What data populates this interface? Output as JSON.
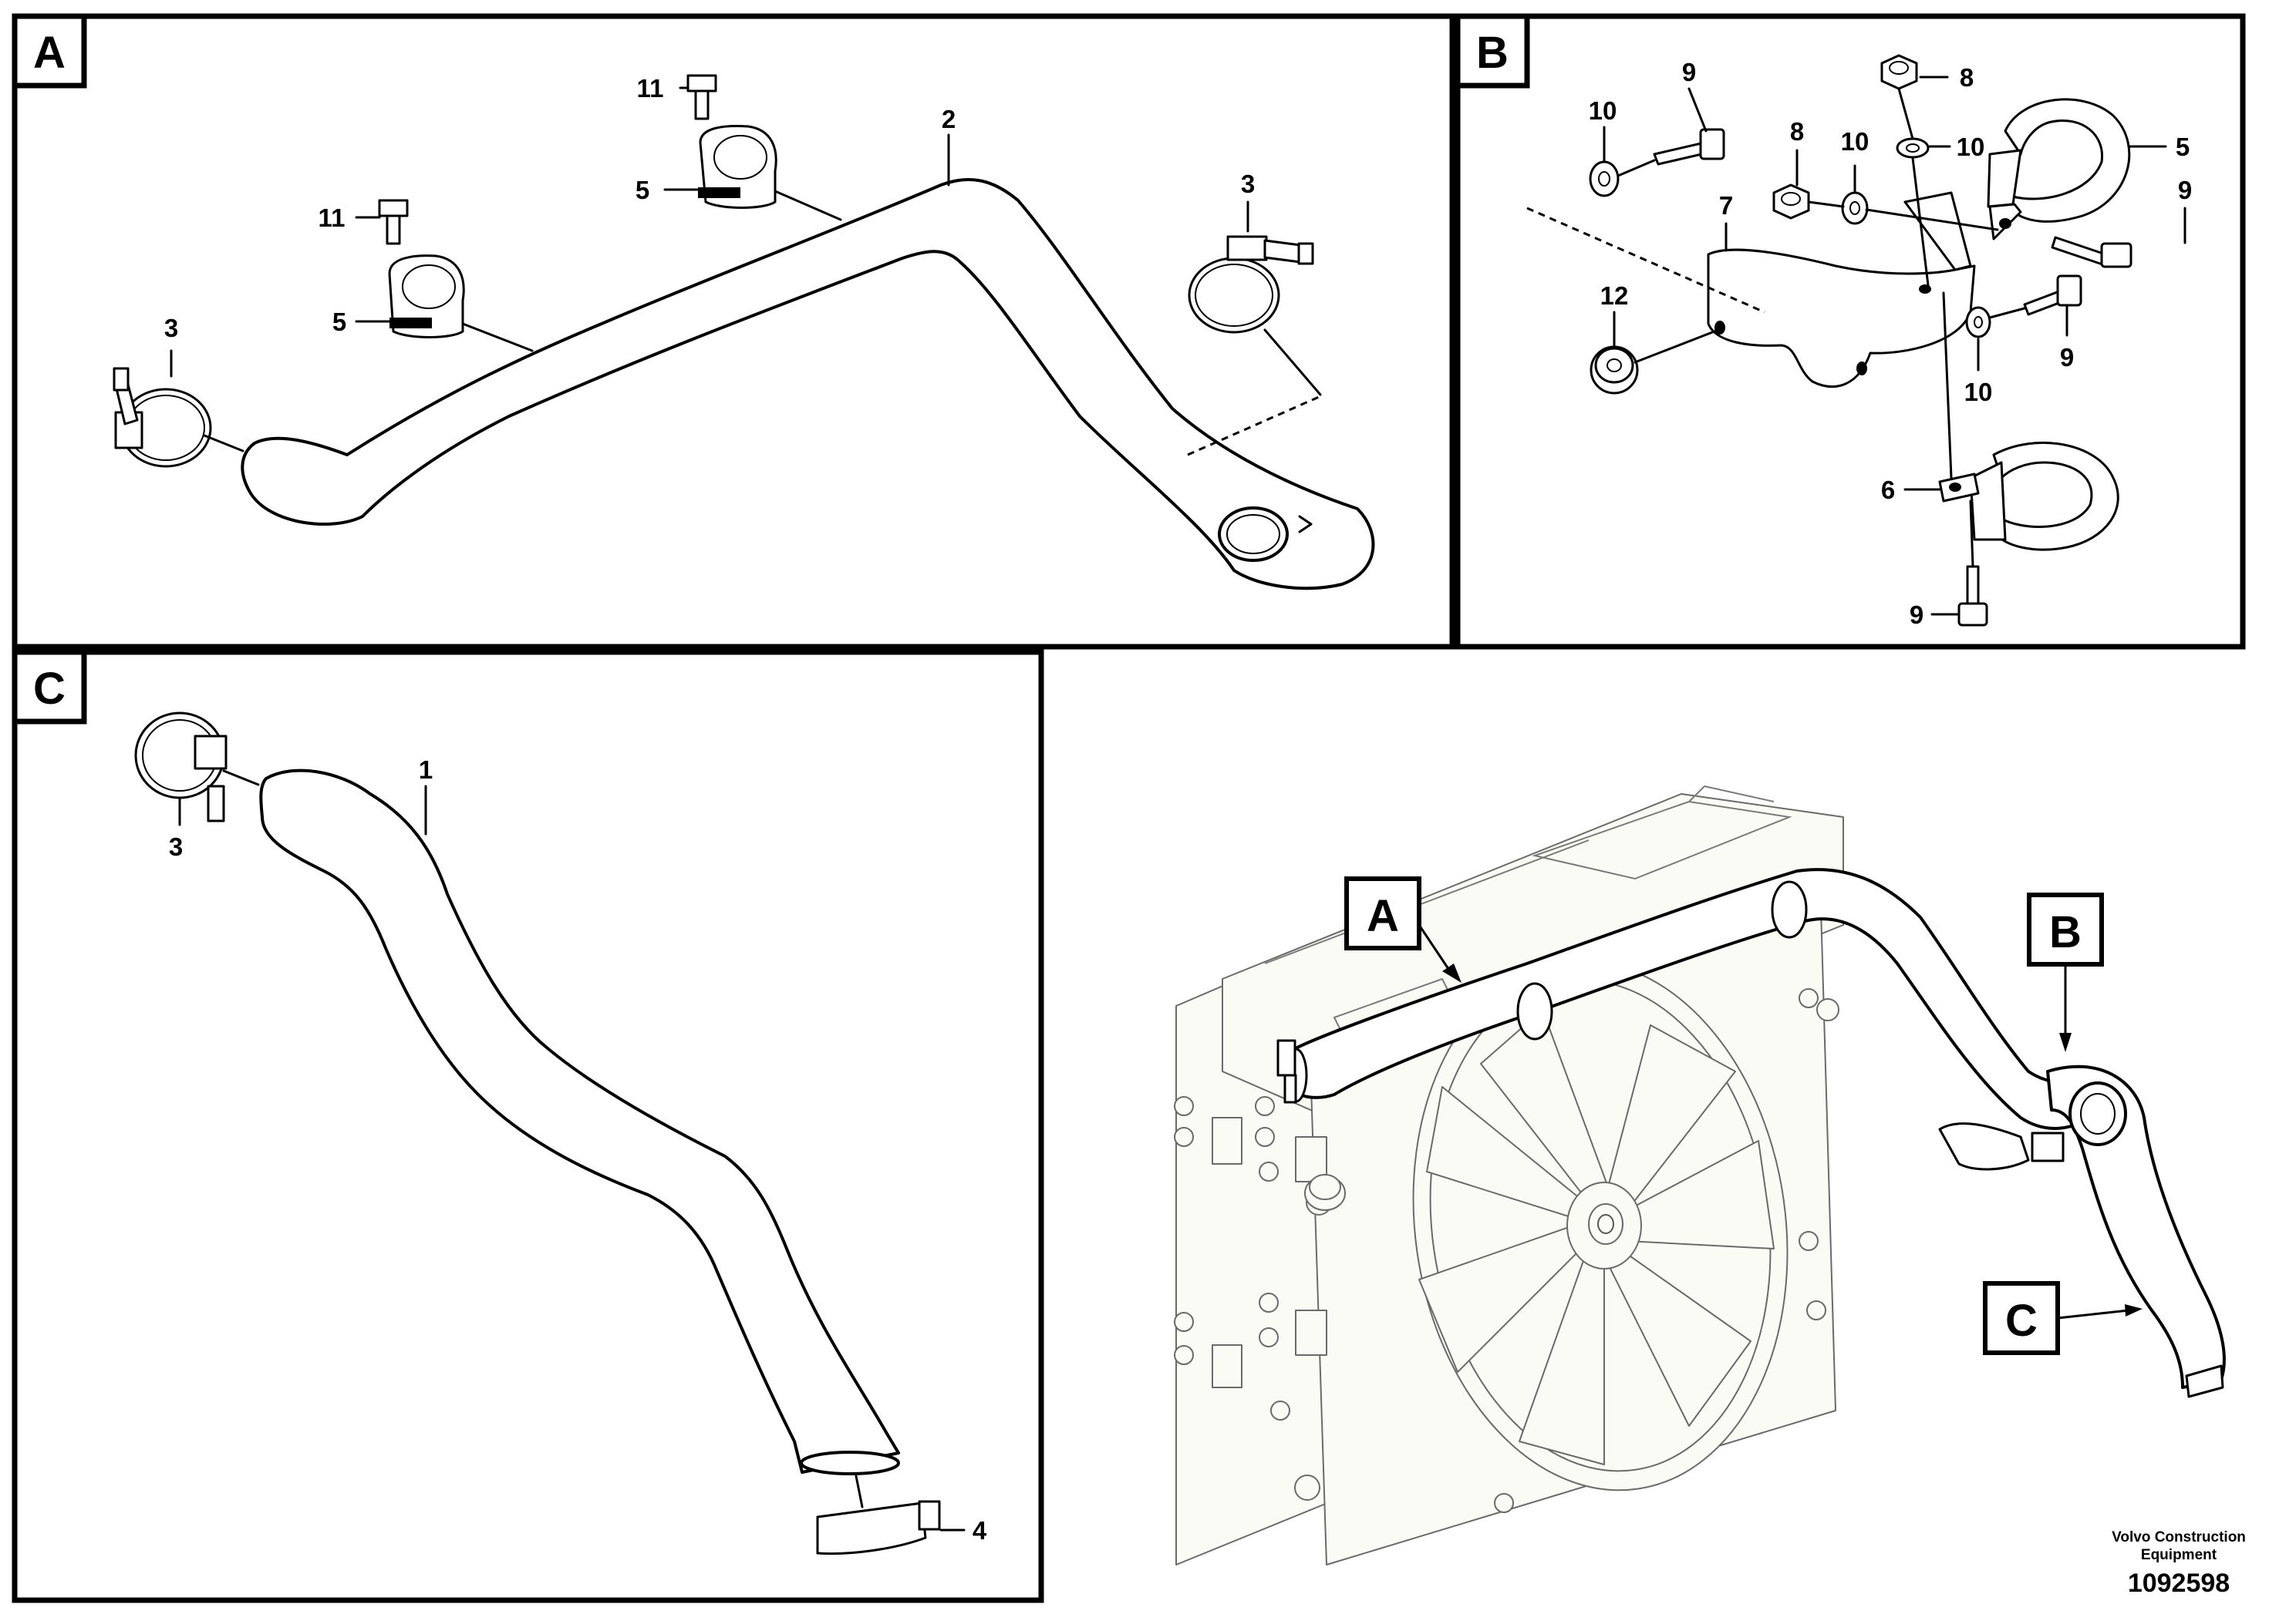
{
  "panels": {
    "a": {
      "tag": "A"
    },
    "b": {
      "tag": "B"
    },
    "c": {
      "tag": "C"
    }
  },
  "callouts": {
    "a": [
      "11",
      "5",
      "11",
      "5",
      "3",
      "2",
      "3"
    ],
    "b": [
      "9",
      "10",
      "8",
      "10",
      "10",
      "8",
      "5",
      "9",
      "7",
      "12",
      "9",
      "10",
      "6",
      "9"
    ],
    "c": [
      "1",
      "3",
      "4"
    ]
  },
  "overview": {
    "tags": [
      "A",
      "B",
      "C"
    ]
  },
  "footer": {
    "brand_line1": "Volvo Construction",
    "brand_line2": "Equipment",
    "doc_number": "1092598"
  }
}
